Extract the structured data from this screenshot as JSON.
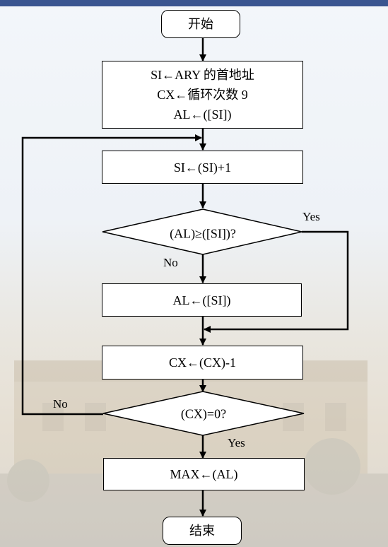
{
  "flowchart": {
    "start": "开始",
    "init": {
      "line1": "SI←ARY 的首地址",
      "line2": "CX←循环次数 9",
      "line3": "AL←([SI])"
    },
    "inc_si": "SI←(SI)+1",
    "compare": "(AL)≥([SI])?",
    "load_al": "AL←([SI])",
    "dec_cx": "CX←(CX)-1",
    "test_cx": "(CX)=0?",
    "store_max": "MAX←(AL)",
    "end": "结束",
    "labels": {
      "compare_yes": "Yes",
      "compare_no": "No",
      "test_no": "No",
      "test_yes": "Yes"
    }
  }
}
